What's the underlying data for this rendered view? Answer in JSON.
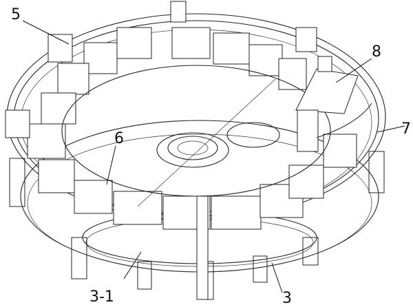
{
  "labels": {
    "l5": "5",
    "l8": "8",
    "l6": "6",
    "l7": "7",
    "l31": "3-1",
    "l3": "3"
  }
}
